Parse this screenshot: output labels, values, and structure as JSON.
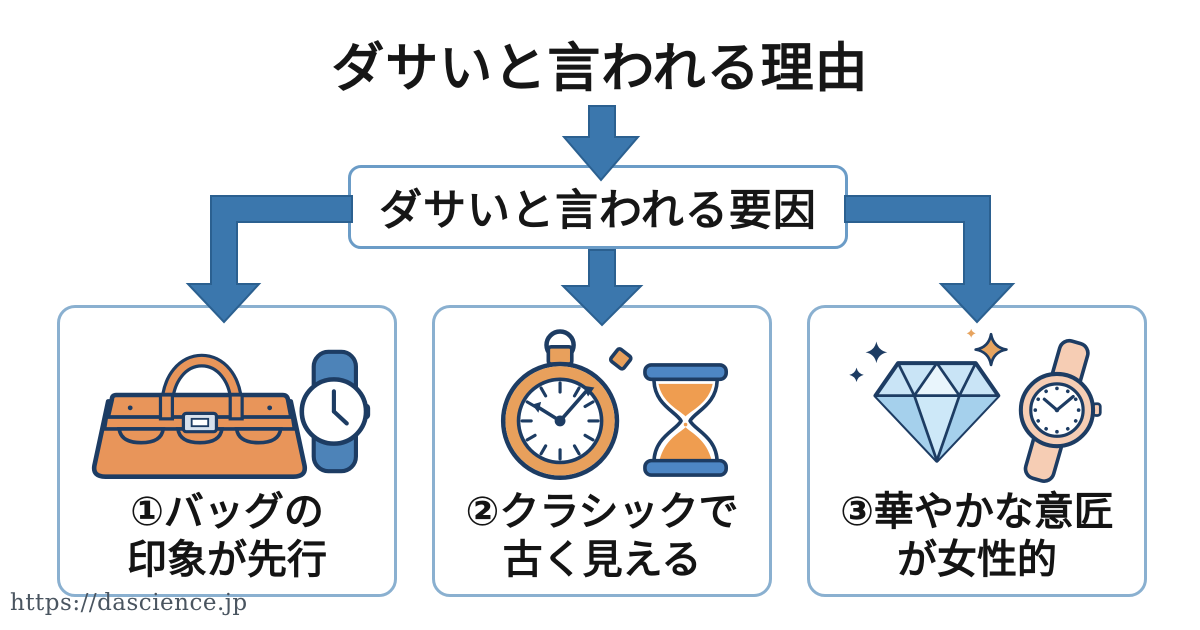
{
  "title": "ダサいと言われる理由",
  "factor_box": {
    "label": "ダサいと言われる要因"
  },
  "cards": [
    {
      "icon": "bag-and-watch-icon",
      "line1": "①バッグの",
      "line2": "印象が先行"
    },
    {
      "icon": "stopwatch-and-hourglass-icon",
      "line1": "②クラシックで",
      "line2": "古く見える"
    },
    {
      "icon": "diamond-and-watch-icon",
      "line1": "③華やかな意匠",
      "line2": "が女性的"
    }
  ],
  "watermark": "https://dascience.jp",
  "colors": {
    "arrow_fill": "#3b77ad",
    "arrow_edge": "#2b6090",
    "factor_box_border": "#6b9cc7",
    "card_border": "#8ab0d0",
    "text": "#161616",
    "icon_outline": "#1d3c63",
    "bag_orange": "#e8955a",
    "watch_blue": "#4d83b8",
    "hourglass_blue": "#4d86c4",
    "sand_orange": "#ef9d50",
    "diamond_blue": "#c9e4f6",
    "strap_peach": "#f6cdb4",
    "sparkle_gold": "#e7a45f",
    "watermark_gray": "#4a5560"
  }
}
